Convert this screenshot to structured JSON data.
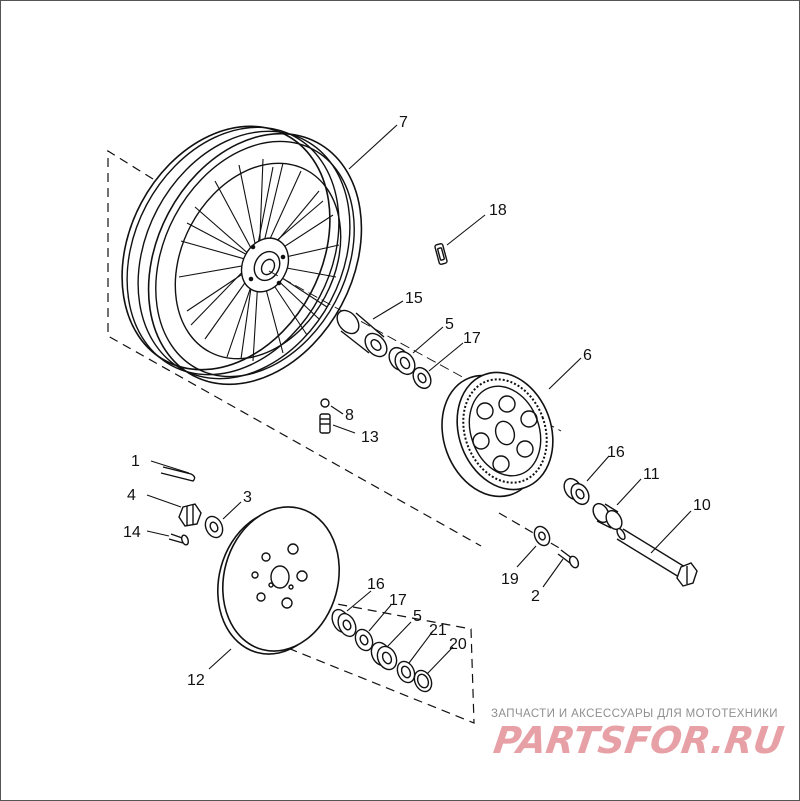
{
  "labels": {
    "p1": "1",
    "p2": "2",
    "p3": "3",
    "p4": "4",
    "p5a": "5",
    "p5b": "5",
    "p6": "6",
    "p7": "7",
    "p8": "8",
    "p10": "10",
    "p11": "11",
    "p12": "12",
    "p13": "13",
    "p14": "14",
    "p15": "15",
    "p16a": "16",
    "p16b": "16",
    "p17a": "17",
    "p17b": "17",
    "p18": "18",
    "p19": "19",
    "p20": "20",
    "p21": "21"
  },
  "branding": {
    "caption": "ЗАПЧАСТИ И АКСЕССУАРЫ ДЛЯ МОТОТЕХНИКИ",
    "logo": "PARTSFOR.RU",
    "logo_color": "#e7a1a6"
  }
}
